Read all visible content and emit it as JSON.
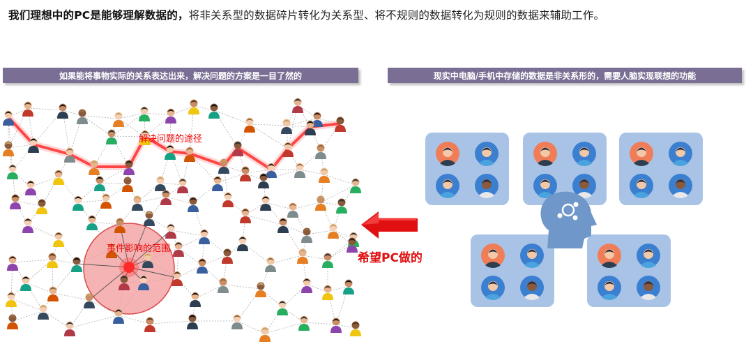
{
  "headline": {
    "bold": "我们理想中的PC是能够理解数据的，",
    "normal": "将非关系型的数据碎片转化为关系型、将不规则的数据转化为规则的数据来辅助工作。"
  },
  "left_panel": {
    "banner": "如果能将事物实际的关系表达出来，解决问题的方案是一目了然的",
    "path_label": "解决问题的途径",
    "range_label": "事件影响的范围"
  },
  "right_panel": {
    "banner": "现实中电脑/手机中存储的数据是非关系形的，需要人脑实现联想的功能"
  },
  "arrow_label": "希望PC做的",
  "colors": {
    "banner_bg": "#7b6e94",
    "accent_red": "#e01010",
    "card_bg": "#a9c3e6",
    "head_icon": "#6f97c9",
    "avatar_blue": "#3b7fd0",
    "avatar_orange": "#f07d57"
  }
}
